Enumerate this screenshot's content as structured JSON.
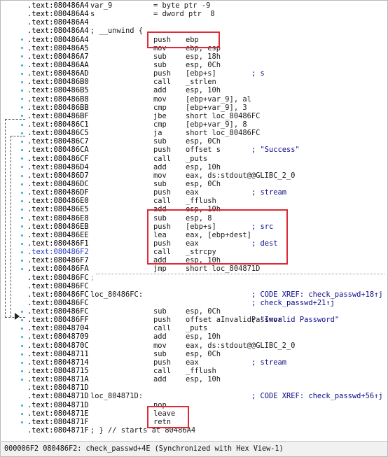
{
  "listing": [
    {
      "addr": ".text:080486A4",
      "c1": "var_9",
      "c2": "= byte ptr -9"
    },
    {
      "addr": ".text:080486A4",
      "c1": "s",
      "c2": "= dword ptr  8"
    },
    {
      "addr": ".text:080486A4"
    },
    {
      "addr": ".text:080486A4",
      "c1": "; __unwind {"
    },
    {
      "addr": ".text:080486A4",
      "c2": "push",
      "c3": "ebp"
    },
    {
      "addr": ".text:080486A5",
      "c2": "mov",
      "c3": "ebp, esp"
    },
    {
      "addr": ".text:080486A7",
      "c2": "sub",
      "c3": "esp, 18h"
    },
    {
      "addr": ".text:080486AA",
      "c2": "sub",
      "c3": "esp, 0Ch"
    },
    {
      "addr": ".text:080486AD",
      "c2": "push",
      "c3": "[ebp+s]",
      "c4": "; s"
    },
    {
      "addr": ".text:080486B0",
      "c2": "call",
      "c3": "_strlen"
    },
    {
      "addr": ".text:080486B5",
      "c2": "add",
      "c3": "esp, 10h"
    },
    {
      "addr": ".text:080486B8",
      "c2": "mov",
      "c3": "[ebp+var_9], al"
    },
    {
      "addr": ".text:080486BB",
      "c2": "cmp",
      "c3": "[ebp+var_9], 3"
    },
    {
      "addr": ".text:080486BF",
      "c2": "jbe",
      "c3": "short loc_80486FC"
    },
    {
      "addr": ".text:080486C1",
      "c2": "cmp",
      "c3": "[ebp+var_9], 8"
    },
    {
      "addr": ".text:080486C5",
      "c2": "ja",
      "c3": "short loc_80486FC"
    },
    {
      "addr": ".text:080486C7",
      "c2": "sub",
      "c3": "esp, 0Ch"
    },
    {
      "addr": ".text:080486CA",
      "c2": "push",
      "c3": "offset s",
      "c4": "; \"Success\""
    },
    {
      "addr": ".text:080486CF",
      "c2": "call",
      "c3": "_puts"
    },
    {
      "addr": ".text:080486D4",
      "c2": "add",
      "c3": "esp, 10h"
    },
    {
      "addr": ".text:080486D7",
      "c2": "mov",
      "c3": "eax, ds:stdout@@GLIBC_2_0"
    },
    {
      "addr": ".text:080486DC",
      "c2": "sub",
      "c3": "esp, 0Ch"
    },
    {
      "addr": ".text:080486DF",
      "c2": "push",
      "c3": "eax",
      "c4": "; stream"
    },
    {
      "addr": ".text:080486E0",
      "c2": "call",
      "c3": "_fflush"
    },
    {
      "addr": ".text:080486E5",
      "c2": "add",
      "c3": "esp, 10h"
    },
    {
      "addr": ".text:080486E8",
      "c2": "sub",
      "c3": "esp, 8"
    },
    {
      "addr": ".text:080486EB",
      "c2": "push",
      "c3": "[ebp+s]",
      "c4": "; src"
    },
    {
      "addr": ".text:080486EE",
      "c2": "lea",
      "c3": "eax, [ebp+dest]"
    },
    {
      "addr": ".text:080486F1",
      "c2": "push",
      "c3": "eax",
      "c4": "; dest"
    },
    {
      "addr": ".text:080486F2",
      "c2": "call",
      "c3": "_strcpy",
      "current": true
    },
    {
      "addr": ".text:080486F7",
      "c2": "add",
      "c3": "esp, 10h"
    },
    {
      "addr": ".text:080486FA",
      "c2": "jmp",
      "c3": "short loc_804871D"
    },
    {
      "addr": ".text:080486FC",
      "c1": ";",
      "sep": true
    },
    {
      "addr": ".text:080486FC"
    },
    {
      "addr": ".text:080486FC",
      "c1": "loc_80486FC:",
      "c4": "; CODE XREF: check_passwd+18↑j"
    },
    {
      "addr": ".text:080486FC",
      "c4": "; check_passwd+21↑j"
    },
    {
      "addr": ".text:080486FC",
      "c2": "sub",
      "c3": "esp, 0Ch"
    },
    {
      "addr": ".text:080486FF",
      "c2": "push",
      "c3": "offset aInvalidPasswor",
      "c4": "; \"Invalid Password\""
    },
    {
      "addr": ".text:08048704",
      "c2": "call",
      "c3": "_puts"
    },
    {
      "addr": ".text:08048709",
      "c2": "add",
      "c3": "esp, 10h"
    },
    {
      "addr": ".text:0804870C",
      "c2": "mov",
      "c3": "eax, ds:stdout@@GLIBC_2_0"
    },
    {
      "addr": ".text:08048711",
      "c2": "sub",
      "c3": "esp, 0Ch"
    },
    {
      "addr": ".text:08048714",
      "c2": "push",
      "c3": "eax",
      "c4": "; stream"
    },
    {
      "addr": ".text:08048715",
      "c2": "call",
      "c3": "_fflush"
    },
    {
      "addr": ".text:0804871A",
      "c2": "add",
      "c3": "esp, 10h"
    },
    {
      "addr": ".text:0804871D"
    },
    {
      "addr": ".text:0804871D",
      "c1": "loc_804871D:",
      "c4": "; CODE XREF: check_passwd+56↑j"
    },
    {
      "addr": ".text:0804871D",
      "c2": "nop"
    },
    {
      "addr": ".text:0804871E",
      "c2": "leave"
    },
    {
      "addr": ".text:0804871F",
      "c2": "retn"
    },
    {
      "addr": ".text:0804871F",
      "c1": "; } // starts at 80486A4"
    }
  ],
  "status_bar": {
    "text": "000006F2 080486F2: check_passwd+4E (Synchronized with Hex View-1)"
  },
  "colors": {
    "highlight_box": "#dd2a36",
    "gutter_dots": "#37a7d8",
    "current_address": "#2b3cc2",
    "comment": "#0c0c8c"
  }
}
